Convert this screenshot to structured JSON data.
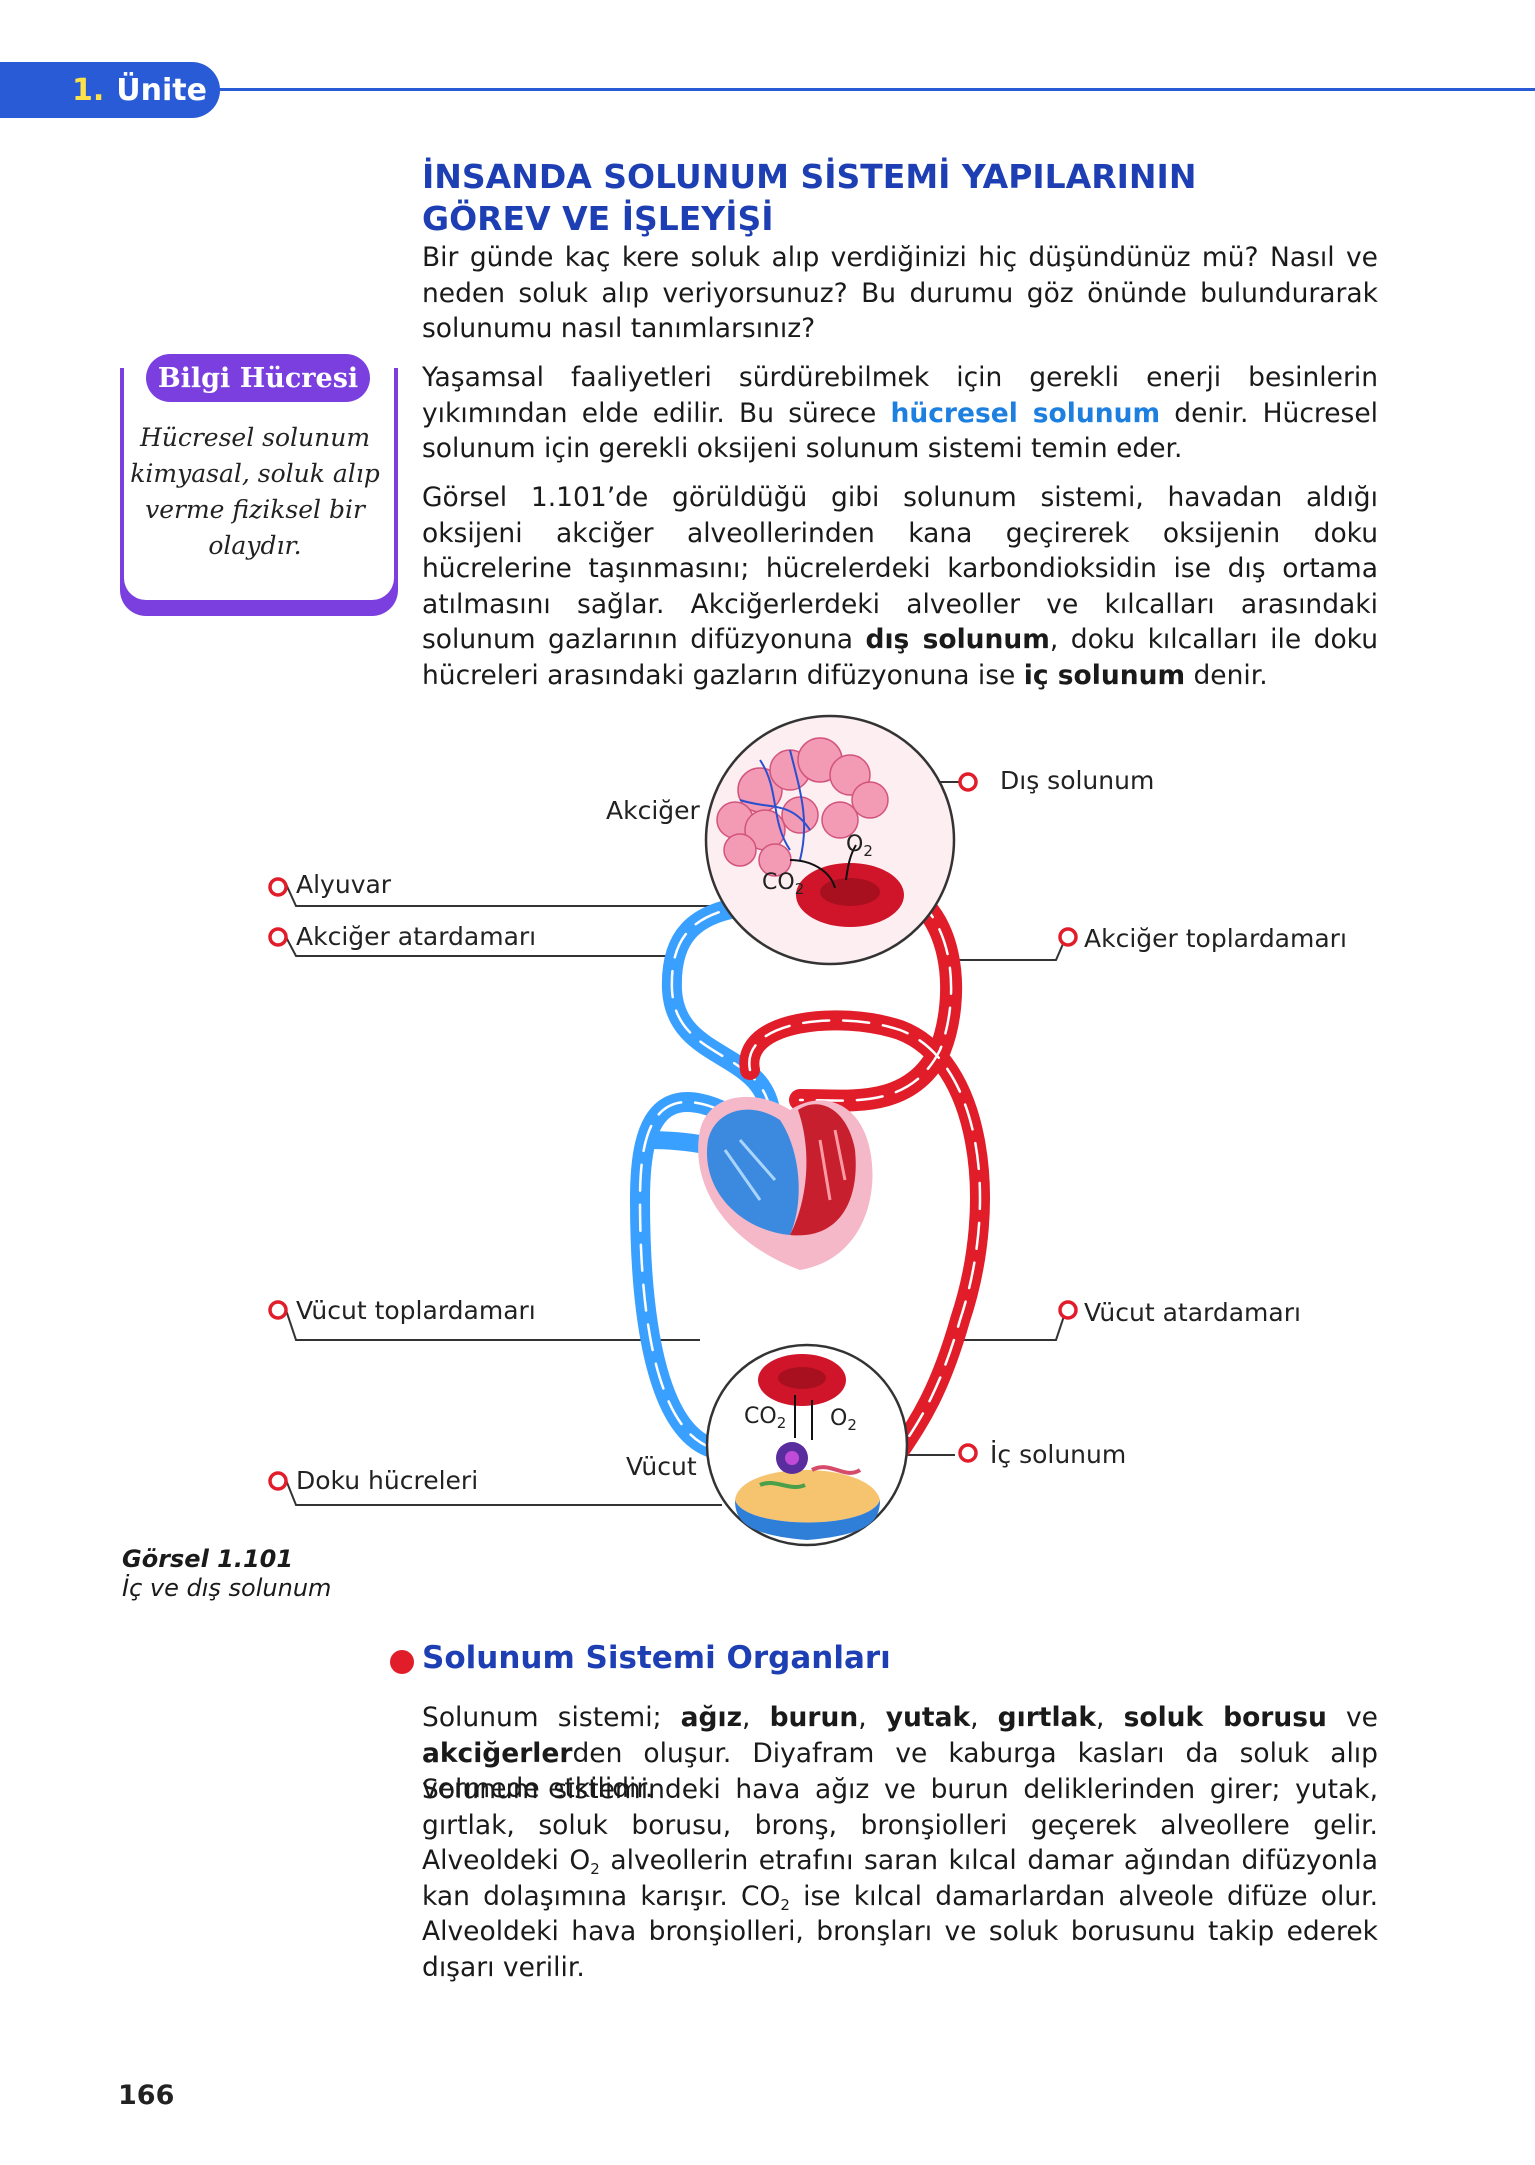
{
  "header": {
    "unit_number": "1.",
    "unit_label": "Ünite"
  },
  "heading": {
    "line1": "İNSANDA SOLUNUM SİSTEMİ YAPILARININ",
    "line2": "GÖREV VE İŞLEYİŞİ"
  },
  "intro": "Bir günde kaç kere soluk alıp verdiğinizi hiç düşündünüz mü? Nasıl ve neden soluk alıp veriyorsunuz? Bu durumu göz önünde bulundurarak solunumu nasıl tanımlarsınız?",
  "para2": {
    "a": "Yaşamsal faaliyetleri sürdürebilmek için gerekli enerji besinlerin yıkımından elde edilir. Bu sürece ",
    "highlight": "hücresel solunum",
    "b": " denir. Hücresel solunum için gerekli oksijeni solunum sistemi temin eder."
  },
  "para3": {
    "a": "Görsel 1.101’de görüldüğü gibi solunum sistemi, havadan aldığı oksijeni akciğer alveollerinden kana geçirerek oksijenin doku hücrelerine taşınmasını; hücrelerdeki karbondioksidin ise dış ortama atılmasını sağlar. Akciğerlerdeki alveoller ve kılcalları arasındaki solunum gazlarının difüzyonuna ",
    "bold1": "dış solunum",
    "b": ", doku kılcalları ile doku hücreleri arasındaki gazların difüzyonuna ise ",
    "bold2": "iç solunum",
    "c": " denir."
  },
  "bilgi": {
    "title": "Bilgi Hücresi",
    "text": "Hücresel solunum kimyasal, soluk alıp verme fiziksel bir olaydır."
  },
  "figure": {
    "labels": {
      "alyuvar": "Alyuvar",
      "akciger_atardamari": "Akciğer atardamarı",
      "vucut_toplardamari": "Vücut toplardamarı",
      "doku_hucreleri": "Doku hücreleri",
      "dis_solunum": "Dış solunum",
      "akciger_toplardamari": "Akciğer toplardamarı",
      "vucut_atardamari": "Vücut atardamarı",
      "ic_solunum": "İç solunum",
      "akciger": "Akciğer",
      "vucut": "Vücut"
    },
    "gas": {
      "o2": "O",
      "co2": "CO",
      "sub": "2"
    },
    "caption_number": "Görsel 1.101",
    "caption_text": "İç ve dış solunum",
    "colors": {
      "artery": "#e11d2a",
      "vein": "#3aa0ff",
      "label_ring": "#e11d2a"
    }
  },
  "section": {
    "title": "Solunum Sistemi Organları"
  },
  "para4": {
    "a": "Solunum sistemi; ",
    "ag": "ağız",
    "s1": ", ",
    "burun": "burun",
    "s2": ", ",
    "yutak": "yutak",
    "s3": ", ",
    "girtlak": "gırtlak",
    "s4": ", ",
    "soluk": "soluk borusu",
    "s5": " ve ",
    "akc": "akciğerler",
    "b": "den oluşur. Diyafram ve kaburga kasları da soluk alıp vermede etkilidir."
  },
  "para5": {
    "a": "Solunum sistemindeki hava ağız ve burun deliklerinden girer; yutak, gırtlak, soluk borusu, bronş, bronşiolleri geçerek alveollere gelir. Alveoldeki O",
    "sub1": "2",
    "b": " alveollerin etrafını saran kılcal damar ağından difüzyonla kan dolaşımına karışır. CO",
    "sub2": "2",
    "c": " ise kılcal damarlardan alveole difüze olur. Alveoldeki hava bronşiolleri, bronşları ve soluk borusunu takip ederek dışarı verilir."
  },
  "page_number": "166"
}
